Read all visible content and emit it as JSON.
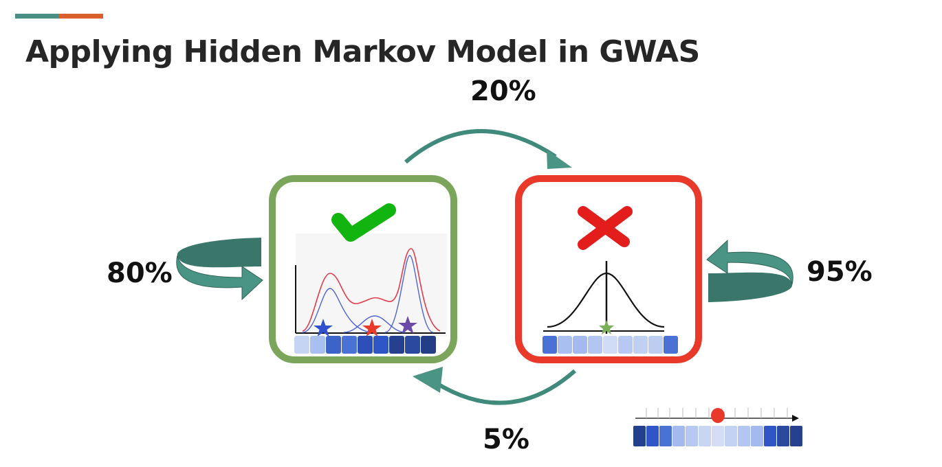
{
  "slide": {
    "title": "Applying Hidden Markov Model in GWAS"
  },
  "transitions": {
    "good_to_bad": "20%",
    "good_self": "80%",
    "bad_self": "95%",
    "bad_to_good": "5%"
  },
  "states": {
    "good": {
      "icon": "check-mark-icon",
      "border_color": "#7aa55a",
      "mark_color": "#12b50f"
    },
    "bad": {
      "icon": "x-mark-icon",
      "border_color": "#e8392a",
      "mark_color": "#e31c1c"
    }
  },
  "colors": {
    "arrow": "#4a9484",
    "arrow_dark": "#3a776a",
    "accent_teal": "#4a8f86",
    "accent_orange": "#d9602b"
  }
}
